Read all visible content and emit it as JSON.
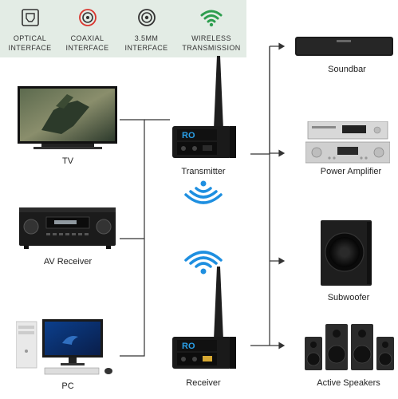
{
  "features": [
    {
      "icon": "optical-icon",
      "line1": "OPTICAL",
      "line2": "INTERFACE"
    },
    {
      "icon": "coaxial-icon",
      "line1": "COAXIAL",
      "line2": "INTERFACE"
    },
    {
      "icon": "jack-3-5mm-icon",
      "line1": "3.5MM",
      "line2": "INTERFACE"
    },
    {
      "icon": "wifi-icon",
      "line1": "WIRELESS",
      "line2": "TRANSMISSION"
    }
  ],
  "sources": {
    "tv": "TV",
    "av_receiver": "AV Receiver",
    "pc": "PC"
  },
  "center": {
    "transmitter": "Transmitter",
    "receiver": "Receiver",
    "device_badge": "RO"
  },
  "outputs": {
    "soundbar": "Soundbar",
    "power_amplifier": "Power Amplifier",
    "subwoofer": "Subwoofer",
    "active_speakers": "Active Speakers"
  },
  "colors": {
    "feature_bg": "#e3ece5",
    "coaxial_red": "#d9352e",
    "wifi_green": "#2e9e4f",
    "wireless_blue": "#1e8fe0",
    "line": "#333333"
  }
}
